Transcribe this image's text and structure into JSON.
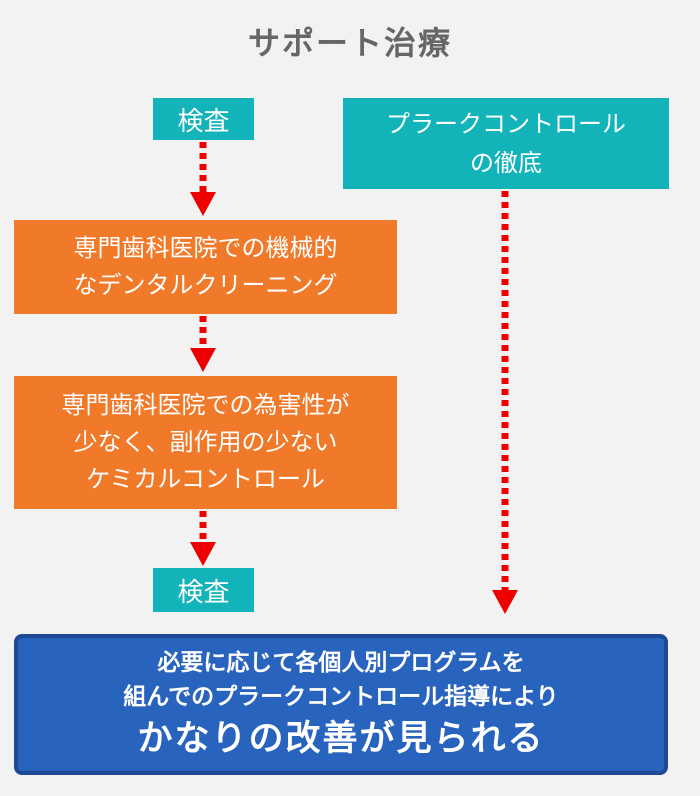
{
  "title": "サポート治療",
  "left_flow": {
    "exam_top": "検査",
    "step1": [
      "専門歯科医院での機械的",
      "なデンタルクリーニング"
    ],
    "step2": [
      "専門歯科医院での為害性が",
      "少なく、副作用の少ない",
      "ケミカルコントロール"
    ],
    "exam_bottom": "検査"
  },
  "right_flow": {
    "plaque": [
      "プラークコントロール",
      "の徹底"
    ]
  },
  "result": {
    "line1": "必要に応じて各個人別プログラムを",
    "line2": "組んでのプラークコントロール指導により",
    "line3": "かなりの改善が見られる"
  },
  "colors": {
    "teal": "#13b3ba",
    "orange": "#f07a2a",
    "result_fill": "#2863be",
    "result_border": "#1d4996",
    "arrow": "#ee0000",
    "title": "#666666",
    "background": "#f2f2f2"
  }
}
